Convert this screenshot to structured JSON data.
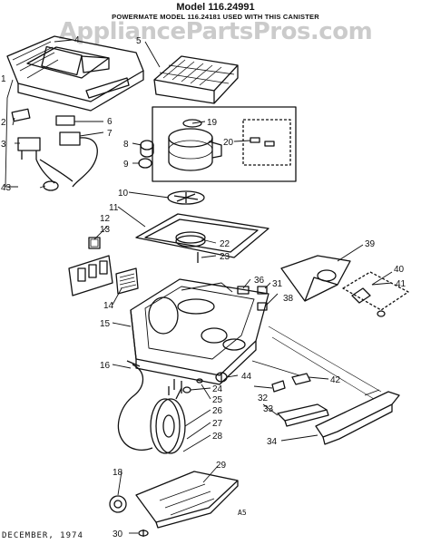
{
  "title": "Model 116.24991",
  "subtitle": "POWERMATE MODEL 116.24181 USED WITH THIS CANISTER",
  "watermark": "AppliancePartsPros.com",
  "footer_date": "DECEMBER, 1974",
  "footer_code": "A5",
  "part_labels": [
    "1",
    "2",
    "3",
    "43",
    "4",
    "5",
    "6",
    "7",
    "8",
    "9",
    "19",
    "20",
    "10",
    "11",
    "12",
    "13",
    "22",
    "23",
    "39",
    "40",
    "41",
    "14",
    "36",
    "31",
    "38",
    "15",
    "16",
    "42",
    "44",
    "24",
    "25",
    "26",
    "27",
    "28",
    "32",
    "33",
    "34",
    "29",
    "18",
    "30"
  ],
  "colors": {
    "ink": "#111111",
    "watermark": "#a0a0a0",
    "background": "#ffffff"
  }
}
